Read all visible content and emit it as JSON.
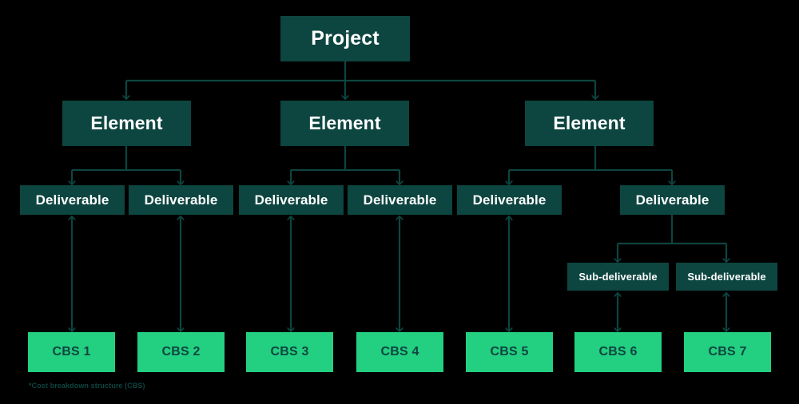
{
  "diagram": {
    "title_node": {
      "label": "Project"
    },
    "footnote": "*Cost breakdown structure (CBS)",
    "colors": {
      "background": "#000000",
      "node_teal": "#0d4540",
      "node_green": "#23cf80",
      "text_light": "#ffffff",
      "text_dark": "#0d4540",
      "connector": "#0d4540",
      "connector_highlight": "#1fc9a0"
    },
    "levels": [
      {
        "name": "project",
        "labels": [
          "Project"
        ]
      },
      {
        "name": "element",
        "labels": [
          "Element",
          "Element",
          "Element"
        ]
      },
      {
        "name": "deliverable",
        "labels": [
          "Deliverable",
          "Deliverable",
          "Deliverable",
          "Deliverable",
          "Deliverable",
          "Deliverable"
        ]
      },
      {
        "name": "sub-deliverable",
        "labels": [
          "Sub-deliverable",
          "Sub-deliverable"
        ]
      },
      {
        "name": "cbs",
        "labels": [
          "CBS 1",
          "CBS 2",
          "CBS 3",
          "CBS 4",
          "CBS 5",
          "CBS 6",
          "CBS 7"
        ]
      }
    ],
    "nodes": {
      "project": "Project",
      "element_1": "Element",
      "element_2": "Element",
      "element_3": "Element",
      "deliverable_1": "Deliverable",
      "deliverable_2": "Deliverable",
      "deliverable_3": "Deliverable",
      "deliverable_4": "Deliverable",
      "deliverable_5": "Deliverable",
      "deliverable_6": "Deliverable",
      "sub_deliverable_1": "Sub-deliverable",
      "sub_deliverable_2": "Sub-deliverable",
      "cbs_1": "CBS 1",
      "cbs_2": "CBS 2",
      "cbs_3": "CBS 3",
      "cbs_4": "CBS 4",
      "cbs_5": "CBS 5",
      "cbs_6": "CBS 6",
      "cbs_7": "CBS 7"
    }
  }
}
